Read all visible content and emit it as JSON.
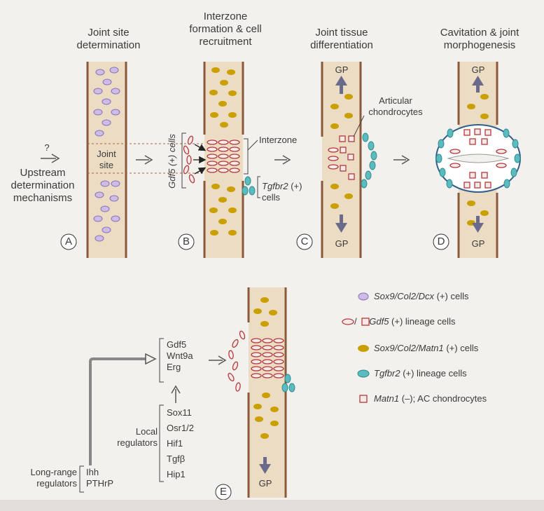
{
  "panels": {
    "A": {
      "title_line1": "Joint site",
      "title_line2": "determination",
      "letter": "A",
      "joint_label_1": "Joint",
      "joint_label_2": "site",
      "question": "?",
      "upstream_1": "Upstream",
      "upstream_2": "determination",
      "upstream_3": "mechanisms"
    },
    "B": {
      "title_line1": "Interzone",
      "title_line2": "formation & cell",
      "title_line3": "recruitment",
      "letter": "B",
      "gdf5_label": "Gdf5 (+) cells",
      "interzone_label": "Interzone",
      "tgfbr2_label_1": "Tgfbr2",
      "tgfbr2_label_2": "(+)",
      "tgfbr2_label_3": "cells"
    },
    "C": {
      "title_line1": "Joint tissue",
      "title_line2": "differentiation",
      "letter": "C",
      "gp_top": "GP",
      "gp_bottom": "GP",
      "ac_label_1": "Articular",
      "ac_label_2": "chondrocytes"
    },
    "D": {
      "title_line1": "Cavitation & joint",
      "title_line2": "morphogenesis",
      "letter": "D",
      "gp_top": "GP",
      "gp_bottom": "GP"
    },
    "E": {
      "letter": "E",
      "gp": "GP",
      "targets": [
        "Gdf5",
        "Wnt9a",
        "Erg"
      ],
      "local_label_1": "Local",
      "local_label_2": "regulators",
      "local": [
        "Sox11",
        "Osr1/2",
        "Hif1",
        "Tgfβ",
        "Hip1"
      ],
      "longrange_label_1": "Long-range",
      "longrange_label_2": "regulators",
      "longrange": [
        "Ihh",
        "PTHrP"
      ]
    }
  },
  "legend": [
    {
      "icon": "purple-oval-icon",
      "italic": "Sox9/Col2/Dcx",
      "rest": " (+) cells"
    },
    {
      "icon": "red-oval-square-icon",
      "italic": "Gdf5",
      "rest": " (+) lineage cells",
      "prefix": "/"
    },
    {
      "icon": "gold-oval-icon",
      "italic": "Sox9/Col2/Matn1",
      "rest": " (+) cells"
    },
    {
      "icon": "teal-oval-icon",
      "italic": "Tgfbr2",
      "rest": " (+) lineage cells"
    },
    {
      "icon": "red-square-icon",
      "italic": "Matn1",
      "rest": " (–); AC chondrocytes"
    }
  ],
  "colors": {
    "bone_fill": "#ecdcc4",
    "bone_edge": "#8a5a3a",
    "purple": "#cdbde6",
    "gold": "#c9a000",
    "red": "#b23a3a",
    "teal": "#5bbcc0",
    "arrow": "#6a6a8a"
  }
}
